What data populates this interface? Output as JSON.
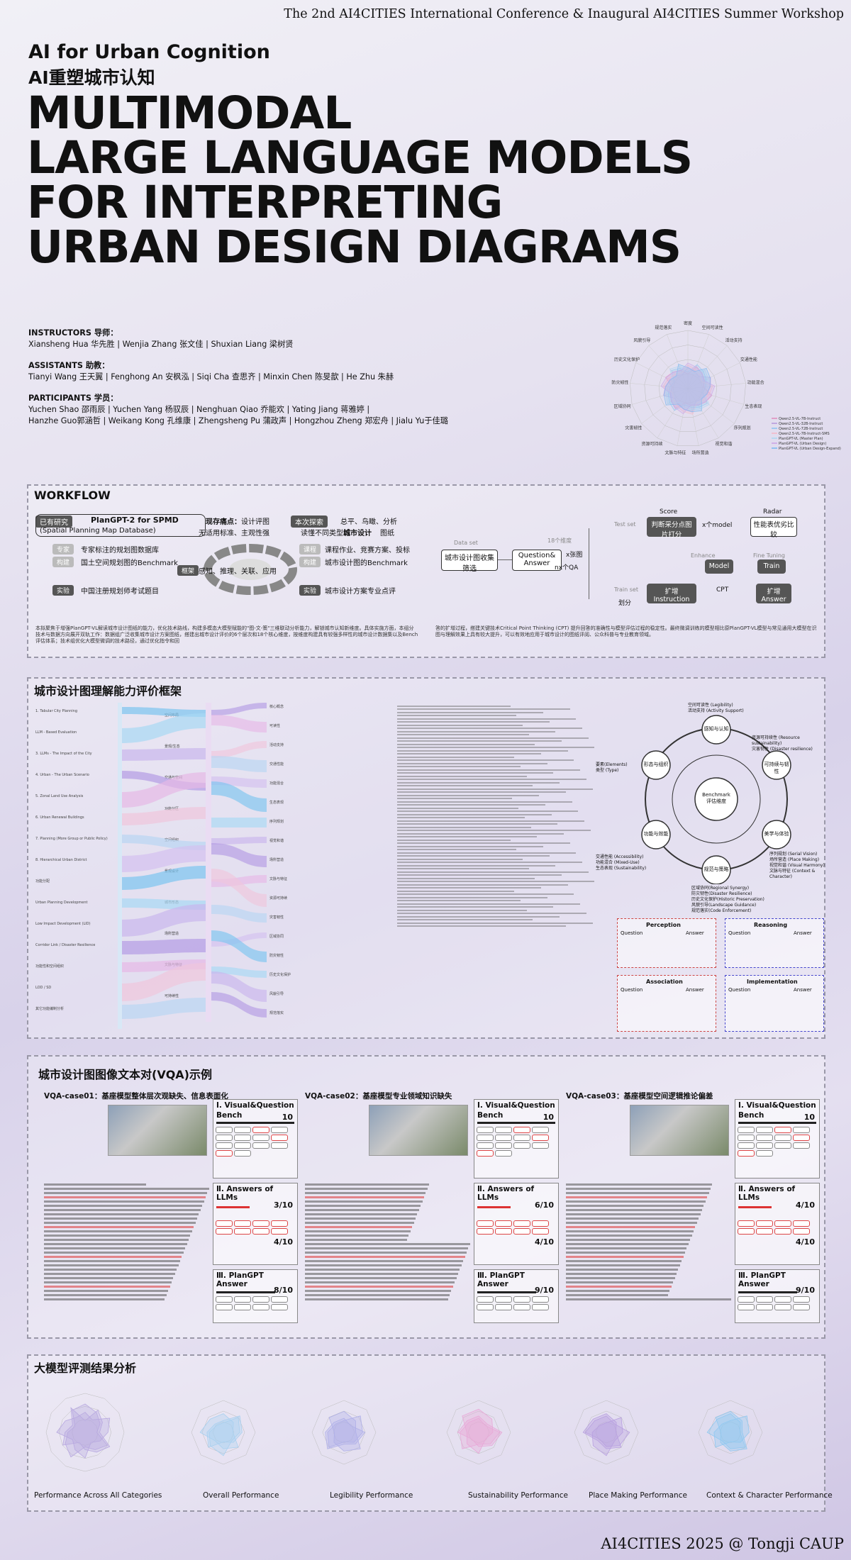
{
  "header": {
    "conference": "The 2nd AI4CITIES International Conference & Inaugural AI4CITIES Summer Workshop",
    "subtitle_en": "AI for Urban Cognition",
    "subtitle_cn": "AI重塑城市认知",
    "title_lines": [
      "MULTIMODAL",
      "LARGE LANGUAGE MODELS",
      "FOR INTERPRETING",
      "URBAN DESIGN DIAGRAMS"
    ]
  },
  "people": {
    "instructors_label": "INSTRUCTORS 导师：",
    "instructors": "Xiansheng Hua 华先胜 | Wenjia Zhang 张文佳 | Shuxian Liang 梁树贤",
    "assistants_label": "ASSISTANTS 助教：",
    "assistants": "Tianyi Wang 王天翼 | Fenghong An 安枫泓 | Siqi Cha 查思齐 | Minxin Chen 陈旻歆 | He Zhu 朱赫",
    "participants_label": "PARTICIPANTS 学员：",
    "participants_1": "Yuchen Shao 邵雨辰 | Yuchen Yang 杨驭辰 | Nenghuan Qiao 乔能欢 | Yating Jiang 蒋雅婷 |",
    "participants_2": "Hanzhe Guo郭涵哲 | Weikang Kong 孔维康 | Zhengsheng Pu 蒲政声 | Hongzhou Zheng 郑宏舟 | Jialu Yu于佳璐"
  },
  "radar_top": {
    "labels": [
      "密度",
      "空间可读性",
      "活动支持",
      "交通性能",
      "功能混合",
      "生态表现",
      "序列规划",
      "视觉和谐",
      "场所营造",
      "文脉与特征",
      "资源可持续",
      "灾害韧性",
      "区域协同",
      "防灾韧性",
      "历史文化保护",
      "风貌引导",
      "规范落实"
    ],
    "legend": [
      "Qwen2.5-VL-7B-Instruct",
      "Qwen2.5-VL-32B-Instruct",
      "Qwen2.5-VL-72B-Instruct",
      "Qwen2.5-VL-7B-Instruct-SMS",
      "PlanGPT-VL (Master Plan)",
      "PlanGPT-VL (Urban Design)",
      "PlanGPT-VL (Urban Design-Expand)"
    ],
    "colors": [
      "#e0a0c8",
      "#c0a8e0",
      "#a0c8f0",
      "#f0c0d0",
      "#b8d8f0",
      "#d0b0e8",
      "#90c0f0"
    ]
  },
  "workflow": {
    "title": "WORKFLOW",
    "existing_tag": "已有研究",
    "plangpt": "PlanGPT-2 for SPMD",
    "plangpt_sub": "(Spatial Planning Map Database)",
    "pain_label": "现存痛点：",
    "pain_1": "设计评图",
    "pain_2": "无适用标准、主观性强",
    "explore_tag": "本次探索",
    "explore_1": "总平、鸟瞰、分析",
    "explore_2": "读懂不同类型的",
    "explore_3": "城市设计",
    "explore_4": "图纸",
    "row_tag_1": "专家",
    "row_1": "专家标注的规划图数据库",
    "row_tag_2": "构建",
    "row_2": "国土空间规划图的Benchmark",
    "row_tag_3": "实验",
    "row_3": "中国注册规划师考试题目",
    "center_tag": "框架",
    "center_text": "感知、推理、关联、应用",
    "r_tag_1": "课程",
    "r_1": "课程作业、竞赛方案、投标",
    "r_tag_2": "构建",
    "r_2": "城市设计图的Benchmark",
    "r_tag_3": "实验",
    "r_3": "城市设计方案专业点评",
    "flow_dataset": "Data set",
    "flow_collect": "城市设计图收集筛选",
    "flow_qa": "Question& Answer",
    "flow_x": "x张图",
    "flow_nqa": "nx个QA",
    "flow_18": "18个维度",
    "flow_testset": "Test set",
    "flow_score": "Score",
    "flow_judge": "判断采分点图片打分",
    "flow_xmodel": "x个model",
    "flow_radar": "Radar",
    "flow_compare": "性能表优劣比较",
    "flow_enhance": "Enhance",
    "flow_model": "Model",
    "flow_finetune": "Fine Tuning",
    "flow_train": "Train",
    "flow_trainset": "Train set",
    "flow_expand_i": "扩增 Instruction",
    "flow_cpt": "CPT",
    "flow_expand_a": "扩增 Answer",
    "flow_split": "划分",
    "desc_left": "本拟聚焦于增强PlanGPT-VL解读城市设计图纸的能力，优化技术路线，构建多模态大模型赋能的\"图-文-策\"三维联动分析能力，解锁城市认知新维度。具体实施方面，本组分技术与数据方向展开双轨工作：数据组广泛收集城市设计方案图纸，搭建出城市设计评价的6个层次和18个核心维度，按维度构建具有较强多样性的城市设计数据集以及Bench评估体系；技术组优化大模型微调的技术路径，通过优化指令和回",
    "desc_right": "答的扩增过程，搭建关键技术Critical Point Thinking (CPT) 提升回答的准确性与模型评估过程的稳定性。最终微调训练的模型相比原PlanGPT-VL模型与常见通用大模型在识图与理解效果上具有较大提升，可以有效地应用于城市设计的图纸评阅、公众科普与专业教育领域。"
  },
  "framework": {
    "title": "城市设计图理解能力评价框架",
    "left_labels": [
      "1. Tabular City Planning",
      "LLM - Based Evaluation",
      "3. LLMs - The Impact of the City",
      "4. Urban - The Urban Scenario",
      "5. Zonal Land Use Analysis",
      "6. Urban Renewal Buildings",
      "7. Planning (More Group or Public Policy)",
      "8. Hierarchical Urban District",
      "功能分配",
      "Urban Planning Development",
      "Low Impact Development (LID)",
      "Corridor Link / Disaster Resilience",
      "功能性和空间组织",
      "LOD / SD",
      "其它功能编制分析"
    ],
    "mid_labels": [
      "空间布局",
      "景观/生态",
      "交通与空间",
      "功能分区",
      "空间组织",
      "景观设计",
      "城市形态",
      "场所营造",
      "文脉与特征",
      "可持续性"
    ],
    "right_labels": [
      "核心概念",
      "可读性",
      "活动支持",
      "交通性能",
      "功能混合",
      "生态表现",
      "序列规划",
      "视觉和谐",
      "场所营造",
      "文脉与特征",
      "资源可持续",
      "灾害韧性",
      "区域协同",
      "防灾韧性",
      "历史文化保护",
      "风貌引导",
      "规范落实"
    ],
    "wheel_center": "Benchmark 评估维度",
    "wheel_top": "感知与认知",
    "wheel_left": "形态与组织",
    "wheel_right": "可持续与韧性",
    "wheel_bl": "功能与效能",
    "wheel_br": "美学与体验",
    "wheel_bottom": "规范与策略",
    "legibility": "空间可读性 (Legibility)",
    "activity": "活动支持 (Activity Support)",
    "resource": "资源可持续性 (Resource sustainability)",
    "disaster": "灾害韧性 (Disaster resilience)",
    "elements": "要素(Elements)",
    "type": "类型 (Type)",
    "access": "交通性能 (Accessibility)",
    "mixed": "功能混合 (Mixed-Use)",
    "sustain": "生态表现 (Sustainability)",
    "serial": "序列规划 (Serial Vision)",
    "place": "场所营造 (Place Making)",
    "visual": "视觉和谐 (Visual Harmony)",
    "context": "文脉与特征 (Context & Character)",
    "regional": "区域协同(Regional Synergy)",
    "disaster_r": "防灾韧性(Disaster Resilience)",
    "historic": "历史文化保护(Historic Preservation)",
    "landscape": "风貌引导(Landscape Guidance)",
    "code": "规范落实(Code Enforcement)",
    "perception": "Perception",
    "reasoning": "Reasoning",
    "association": "Association",
    "implementation": "Implementation",
    "question": "Question",
    "answer": "Answer"
  },
  "vqa": {
    "title": "城市设计图图像文本对(VQA)示例",
    "cases": [
      {
        "title": "VQA-case01：基座模型整体层次观缺失、信息表面化",
        "bench": "10",
        "llm": [
          "3/10",
          "4/10"
        ],
        "plangpt": "8/10"
      },
      {
        "title": "VQA-case02：基座模型专业领域知识缺失",
        "bench": "10",
        "llm": [
          "6/10",
          "4/10"
        ],
        "plangpt": "9/10"
      },
      {
        "title": "VQA-case03：基座模型空间逻辑推论偏差",
        "bench": "10",
        "llm": [
          "4/10",
          "4/10"
        ],
        "plangpt": "9/10"
      }
    ],
    "h1": "Ⅰ. Visual&Question",
    "bench_label": "Bench",
    "h2": "Ⅱ. Answers of LLMs",
    "h3": "Ⅲ. PlanGPT Answer"
  },
  "results": {
    "title": "大模型评测结果分析",
    "captions": [
      "Performance Across All Categories",
      "Overall  Performance",
      "Legibility  Performance",
      "Sustainability  Performance",
      "Place Making  Performance",
      "Context & Character Performance"
    ],
    "colors": [
      "#b8a8e0",
      "#a8d0f0",
      "#b0b0e8",
      "#e8a8d8",
      "#b8a0e0",
      "#90c8f0"
    ]
  },
  "footer": "AI4CITIES 2025 @ Tongji CAUP"
}
